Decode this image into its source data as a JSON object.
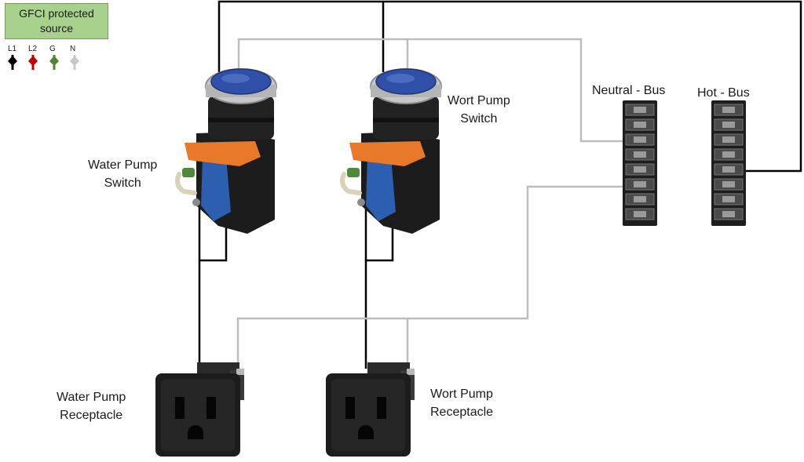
{
  "source_box": {
    "text": "GFCI protected source",
    "color": "#a9d18e"
  },
  "legend": [
    {
      "label": "L1",
      "color": "#000000"
    },
    {
      "label": "L2",
      "color": "#c00000"
    },
    {
      "label": "G",
      "color": "#548235"
    },
    {
      "label": "N",
      "color": "#c8c8c8"
    }
  ],
  "labels": {
    "water_pump_switch": [
      "Water Pump",
      "Switch"
    ],
    "wort_pump_switch": [
      "Wort Pump",
      "Switch"
    ],
    "neutral_bus": "Neutral - Bus",
    "hot_bus": "Hot - Bus",
    "water_pump_receptacle": [
      "Water Pump",
      "Receptacle"
    ],
    "wort_pump_receptacle": [
      "Wort Pump",
      "Receptacle"
    ]
  },
  "colors": {
    "hot_wire": "#000000",
    "neutral_wire": "#bdbdbd",
    "button_blue": "#2f4fa8",
    "latch_orange": "#e8782a",
    "contact_blue": "#2c5fb0",
    "body_black": "#1c1c1c"
  },
  "bus_terminals": 8
}
